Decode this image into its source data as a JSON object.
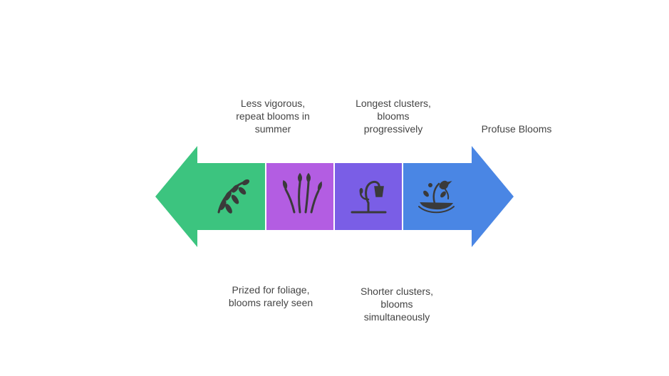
{
  "colors": {
    "green": "#3cc47f",
    "purple_light": "#b35de2",
    "purple": "#7a5ee6",
    "blue": "#4a86e4",
    "icon": "#3a3a3a",
    "text": "#444444"
  },
  "segments": [
    {
      "icon": "drooping-branch-icon",
      "color": "#3cc47f"
    },
    {
      "icon": "sprouting-leaves-icon",
      "color": "#b35de2"
    },
    {
      "icon": "wilting-flower-stand-icon",
      "color": "#7a5ee6"
    },
    {
      "icon": "bird-nest-vine-icon",
      "color": "#4a86e4"
    }
  ],
  "labels": {
    "top": [
      "Less vigorous,\nrepeat blooms in\nsummer",
      "Longest clusters,\nblooms\nprogressively",
      "Profuse Blooms"
    ],
    "bottom": [
      "Prized for foliage,\nblooms rarely seen",
      "Shorter clusters,\nblooms\nsimultaneously"
    ]
  }
}
